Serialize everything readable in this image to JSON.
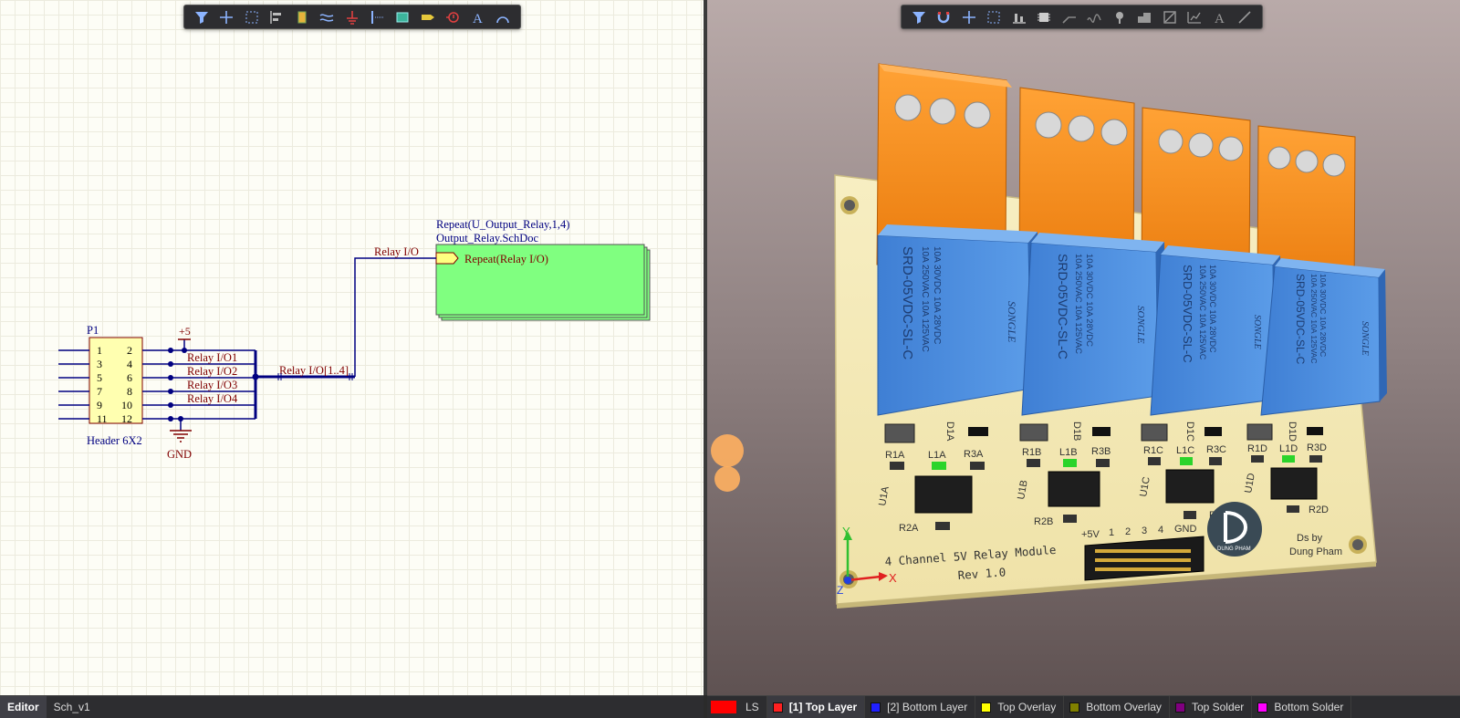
{
  "schematic": {
    "header": {
      "designator": "P1",
      "comment": "Header 6X2",
      "pins_left": [
        "1",
        "3",
        "5",
        "7",
        "9",
        "11"
      ],
      "pins_right": [
        "2",
        "4",
        "6",
        "8",
        "10",
        "12"
      ]
    },
    "power_port": "+5",
    "ground_port": "GND",
    "net_labels": [
      "Relay I/O1",
      "Relay I/O2",
      "Relay I/O3",
      "Relay I/O4"
    ],
    "bus_label": "Relay I/O[1..4]",
    "sheet_entry_net": "Relay I/O",
    "sheet_symbol": {
      "designator": "Repeat(U_Output_Relay,1,4)",
      "filename": "Output_Relay.SchDoc",
      "entry": "Repeat(Relay I/O)"
    },
    "colors": {
      "wire": "#000080",
      "label": "#800000",
      "sheet_fill": "#80ff80",
      "header_fill": "#ffffb0"
    }
  },
  "sch_toolbar_icons": [
    "filter-icon",
    "crosshair-icon",
    "select-rect-icon",
    "align-icon",
    "part-icon",
    "wire-harness-icon",
    "ground-icon",
    "bus-entry-icon",
    "sheet-symbol-icon",
    "port-icon",
    "directive-icon",
    "text-icon",
    "arc-icon"
  ],
  "pcb_toolbar_icons": [
    "filter-icon",
    "magnet-icon",
    "crosshair-icon",
    "select-rect-icon",
    "align-icon",
    "component-icon",
    "route-icon",
    "diff-pair-icon",
    "via-icon",
    "polygon-icon",
    "keepout-icon",
    "dimension-icon",
    "text-icon",
    "line-icon"
  ],
  "pcb": {
    "relays": [
      {
        "lines": [
          "SRD-05VDC-SL-C",
          "10A 250VAC 10A 125VAC",
          "10A 30VDC 10A 28VDC"
        ],
        "brand": "SONGLE"
      },
      {
        "lines": [
          "SRD-05VDC-SL-C",
          "10A 250VAC 10A 125VAC",
          "10A 30VDC 10A 28VDC"
        ],
        "brand": "SONGLE"
      },
      {
        "lines": [
          "SRD-05VDC-SL-C",
          "10A 250VAC 10A 125VAC",
          "10A 30VDC 10A 28VDC"
        ],
        "brand": "SONGLE"
      },
      {
        "lines": [
          "SRD-05VDC-SL-C",
          "10A 250VAC 10A 125VAC",
          "10A 30VDC 10A 28VDC"
        ],
        "brand": "SONGLE"
      }
    ],
    "channels": [
      {
        "r1": "R1A",
        "l1": "L1A",
        "r3": "R3A",
        "d1": "D1A",
        "u1": "U1A",
        "r2": "R2A"
      },
      {
        "r1": "R1B",
        "l1": "L1B",
        "r3": "R3B",
        "d1": "D1B",
        "u1": "U1B",
        "r2": "R2B"
      },
      {
        "r1": "R1C",
        "l1": "L1C",
        "r3": "R3C",
        "d1": "D1C",
        "u1": "U1C",
        "r2": "R2C"
      },
      {
        "r1": "R1D",
        "l1": "L1D",
        "r3": "R3D",
        "d1": "D1D",
        "u1": "U1D",
        "r2": "R2D"
      }
    ],
    "header_labels": [
      "+5V",
      "1",
      "2",
      "3",
      "4",
      "GND"
    ],
    "title": "4 Channel 5V Relay Module",
    "rev": "Rev 1.0",
    "logo_text": "DUNG PHAM",
    "credit_line1": "Ds by",
    "credit_line2": "Dung Pham",
    "axes": {
      "y": "Y",
      "x": "X",
      "z": "Z"
    }
  },
  "tabs": {
    "editor": "Editor",
    "document": "Sch_v1"
  },
  "layers": {
    "ls": "LS",
    "items": [
      {
        "label": "[1] Top Layer",
        "color": "#ff2020"
      },
      {
        "label": "[2] Bottom Layer",
        "color": "#2020ff"
      },
      {
        "label": "Top Overlay",
        "color": "#ffff00"
      },
      {
        "label": "Bottom Overlay",
        "color": "#808000"
      },
      {
        "label": "Top Solder",
        "color": "#800080"
      },
      {
        "label": "Bottom Solder",
        "color": "#ff00ff"
      }
    ]
  }
}
